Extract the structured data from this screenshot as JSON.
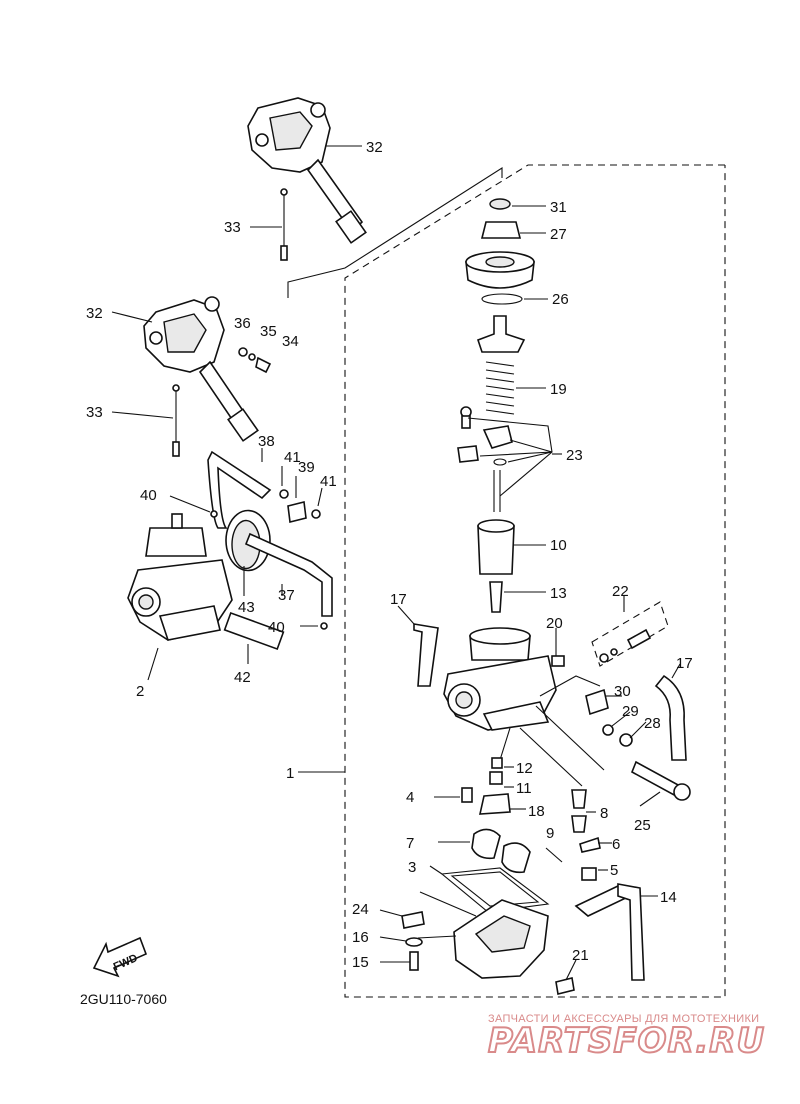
{
  "diagram": {
    "labels": [
      "32",
      "33",
      "32",
      "36",
      "35",
      "34",
      "33",
      "38",
      "41",
      "39",
      "41",
      "40",
      "43",
      "37",
      "40",
      "42",
      "2",
      "31",
      "27",
      "26",
      "19",
      "23",
      "10",
      "13",
      "22",
      "17",
      "20",
      "17",
      "30",
      "29",
      "28",
      "1",
      "12",
      "11",
      "4",
      "18",
      "8",
      "25",
      "7",
      "9",
      "6",
      "3",
      "5",
      "14",
      "24",
      "16",
      "15",
      "21"
    ],
    "drawing_code": "2GU110-7060",
    "fwd_label": "FWD"
  },
  "watermark": {
    "caption": "ЗАПЧАСТИ И АКСЕССУАРЫ ДЛЯ МОТОТЕХНИКИ",
    "brand": "PARTSFOR.RU"
  }
}
